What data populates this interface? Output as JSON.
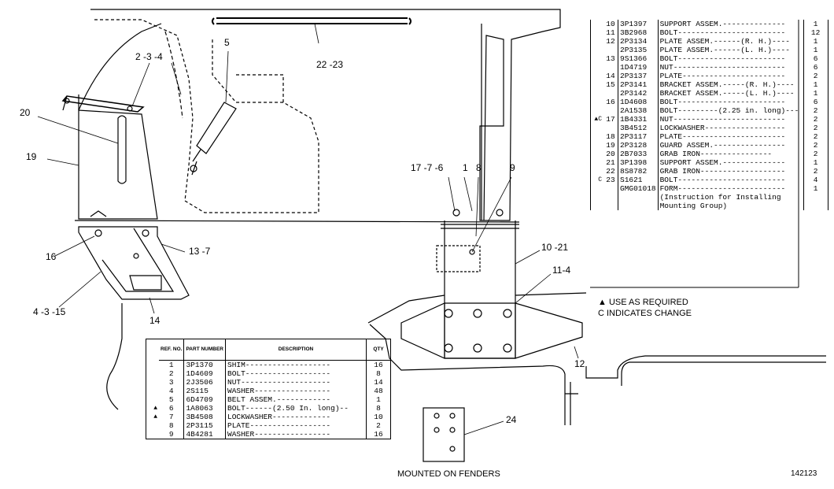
{
  "callouts": [
    {
      "id": "c1",
      "text": "2 -3 -4"
    },
    {
      "id": "c2",
      "text": "5"
    },
    {
      "id": "c3",
      "text": "22 -23"
    },
    {
      "id": "c4",
      "text": "20"
    },
    {
      "id": "c5",
      "text": "19"
    },
    {
      "id": "c6",
      "text": "16"
    },
    {
      "id": "c7",
      "text": "13 -7"
    },
    {
      "id": "c8",
      "text": "4 -3 -15"
    },
    {
      "id": "c9",
      "text": "14"
    },
    {
      "id": "c10",
      "text": "17 -7 -6"
    },
    {
      "id": "c11",
      "text": "1"
    },
    {
      "id": "c12",
      "text": "8"
    },
    {
      "id": "c13",
      "text": "9"
    },
    {
      "id": "c14",
      "text": "10 -21"
    },
    {
      "id": "c15",
      "text": "11-4"
    },
    {
      "id": "c16",
      "text": "12"
    },
    {
      "id": "c17",
      "text": "24"
    }
  ],
  "parts_table_1": {
    "headers": {
      "ref": "REF. NO.",
      "part": "PART NUMBER",
      "desc": "DESCRIPTION",
      "qty": "QTY"
    },
    "rows": [
      {
        "mark": "",
        "ref": "1",
        "part": "3P1370",
        "desc": "SHIM-------------------",
        "qty": "16"
      },
      {
        "mark": "",
        "ref": "2",
        "part": "1D4609",
        "desc": "BOLT-------------------",
        "qty": "8"
      },
      {
        "mark": "",
        "ref": "3",
        "part": "2J3506",
        "desc": "NUT--------------------",
        "qty": "14"
      },
      {
        "mark": "",
        "ref": "4",
        "part": "2S115",
        "desc": "WASHER-----------------",
        "qty": "48"
      },
      {
        "mark": "",
        "ref": "5",
        "part": "6D4709",
        "desc": "BELT ASSEM.------------",
        "qty": "1"
      },
      {
        "mark": "▲",
        "ref": "6",
        "part": "1A8063",
        "desc": "BOLT------(2.50 In. long)--",
        "qty": "8"
      },
      {
        "mark": "▲",
        "ref": "7",
        "part": "3B4508",
        "desc": "LOCKWASHER-------------",
        "qty": "10"
      },
      {
        "mark": "",
        "ref": "8",
        "part": "2P3115",
        "desc": "PLATE------------------",
        "qty": "2"
      },
      {
        "mark": "",
        "ref": "9",
        "part": "4B4281",
        "desc": "WASHER-----------------",
        "qty": "16"
      }
    ]
  },
  "parts_table_2": {
    "rows": [
      {
        "mark": "",
        "ref": "10",
        "part": "3P1397",
        "desc": "SUPPORT ASSEM.--------------",
        "qty": "1"
      },
      {
        "mark": "",
        "ref": "11",
        "part": "3B2968",
        "desc": "BOLT------------------------",
        "qty": "12"
      },
      {
        "mark": "",
        "ref": "12",
        "part": "2P3134",
        "desc": "PLATE ASSEM.------(R. H.)----",
        "qty": "1"
      },
      {
        "mark": "",
        "ref": "",
        "part": "2P3135",
        "desc": "PLATE ASSEM.------(L. H.)----",
        "qty": "1"
      },
      {
        "mark": "",
        "ref": "13",
        "part": "9S1366",
        "desc": "BOLT------------------------",
        "qty": "6"
      },
      {
        "mark": "",
        "ref": "",
        "part": "1D4719",
        "desc": "NUT-------------------------",
        "qty": "6"
      },
      {
        "mark": "",
        "ref": "14",
        "part": "2P3137",
        "desc": "PLATE-----------------------",
        "qty": "2"
      },
      {
        "mark": "",
        "ref": "15",
        "part": "2P3141",
        "desc": "BRACKET ASSEM.-----(R. H.)----",
        "qty": "1"
      },
      {
        "mark": "",
        "ref": "",
        "part": "2P3142",
        "desc": "BRACKET ASSEM.-----(L. H.)----",
        "qty": "1"
      },
      {
        "mark": "",
        "ref": "16",
        "part": "1D4608",
        "desc": "BOLT------------------------",
        "qty": "6"
      },
      {
        "mark": "",
        "ref": "",
        "part": "2A1538",
        "desc": "BOLT---------(2.25 in. long)---",
        "qty": "2"
      },
      {
        "mark": "▲C",
        "ref": "17",
        "part": "1B4331",
        "desc": "NUT-------------------------",
        "qty": "2"
      },
      {
        "mark": "",
        "ref": "",
        "part": "3B4512",
        "desc": "LOCKWASHER------------------",
        "qty": "2"
      },
      {
        "mark": "",
        "ref": "18",
        "part": "2P3117",
        "desc": "PLATE-----------------------",
        "qty": "2"
      },
      {
        "mark": "",
        "ref": "19",
        "part": "2P3128",
        "desc": "GUARD ASSEM.----------------",
        "qty": "2"
      },
      {
        "mark": "",
        "ref": "20",
        "part": "2B7033",
        "desc": "   GRAB IRON----------------",
        "qty": "2"
      },
      {
        "mark": "",
        "ref": "21",
        "part": "3P1398",
        "desc": "SUPPORT ASSEM.--------------",
        "qty": "1"
      },
      {
        "mark": "",
        "ref": "22",
        "part": "8S8782",
        "desc": "GRAB IRON-------------------",
        "qty": "2"
      },
      {
        "mark": "C",
        "ref": "23",
        "part": "S1621",
        "desc": "BOLT------------------------",
        "qty": "4"
      },
      {
        "mark": "",
        "ref": "",
        "part": "GMG01018",
        "desc": "FORM------------------------",
        "qty": "1"
      },
      {
        "mark": "",
        "ref": "",
        "part": "",
        "desc": "(Instruction for Installing",
        "qty": ""
      },
      {
        "mark": "",
        "ref": "",
        "part": "",
        "desc": "          Mounting Group)",
        "qty": ""
      }
    ]
  },
  "notes": {
    "line1": "▲ USE AS REQUIRED",
    "line2": "C INDICATES CHANGE"
  },
  "caption": "MOUNTED ON FENDERS",
  "drawing_number": "142123"
}
